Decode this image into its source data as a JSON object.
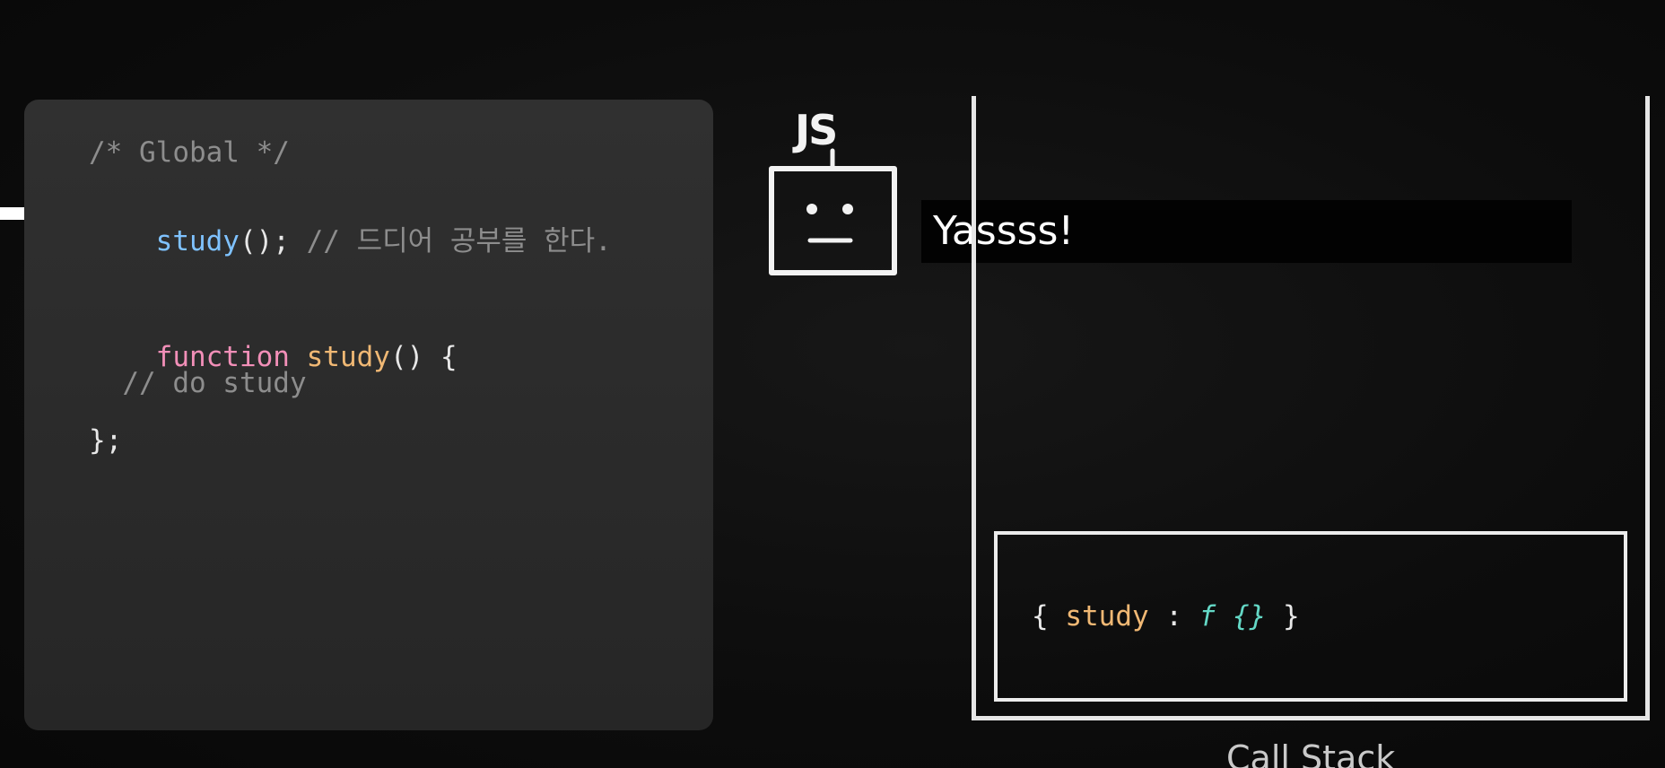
{
  "code": {
    "line1": "/* Global */",
    "line2_call": "study",
    "line2_rest": "();",
    "line2_comment": " // 드디어 공부를 한다.",
    "line3_keyword": "function",
    "line3_name": "study",
    "line3_rest": "() {",
    "line4": "  // do study",
    "line5": "};"
  },
  "robot": {
    "label": "JS"
  },
  "speech": {
    "text": "Yassss!"
  },
  "call_stack": {
    "label": "Call Stack",
    "frame": {
      "open": "{ ",
      "key": "study",
      "sep": " : ",
      "value": "f {}",
      "close": " }"
    }
  },
  "colors": {
    "background": "#0b0b0b",
    "panel": "#2c2c2c",
    "comment": "#8d8d8d",
    "function_call": "#7fc2ff",
    "keyword": "#f28fb8",
    "function_name": "#f0b874",
    "function_type": "#64d8c6"
  }
}
